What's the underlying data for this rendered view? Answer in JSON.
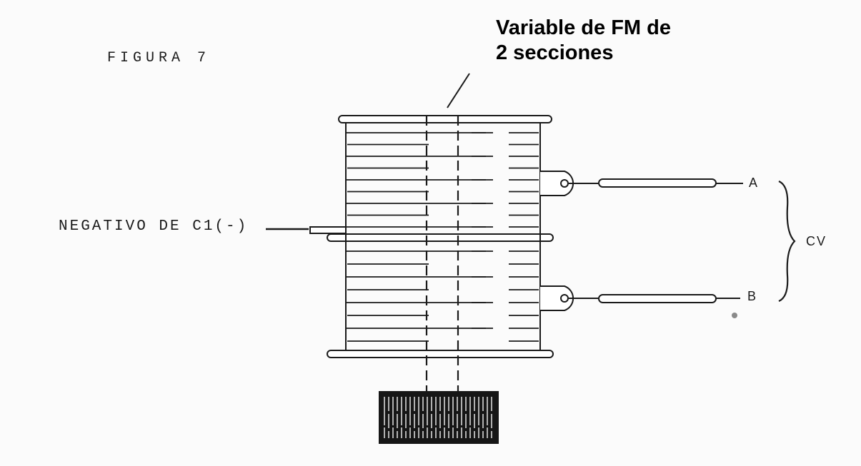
{
  "caption": {
    "line1": "Variable de FM de",
    "line2": "2 secciones"
  },
  "figure_label": "FIGURA 7",
  "negativo_label": "NEGATIVO DE C1(-)",
  "terminals": {
    "a": "A",
    "b": "B"
  },
  "cv_label": "CV",
  "colors": {
    "ink": "#1a1a1a",
    "paper": "#fbfbfb"
  }
}
